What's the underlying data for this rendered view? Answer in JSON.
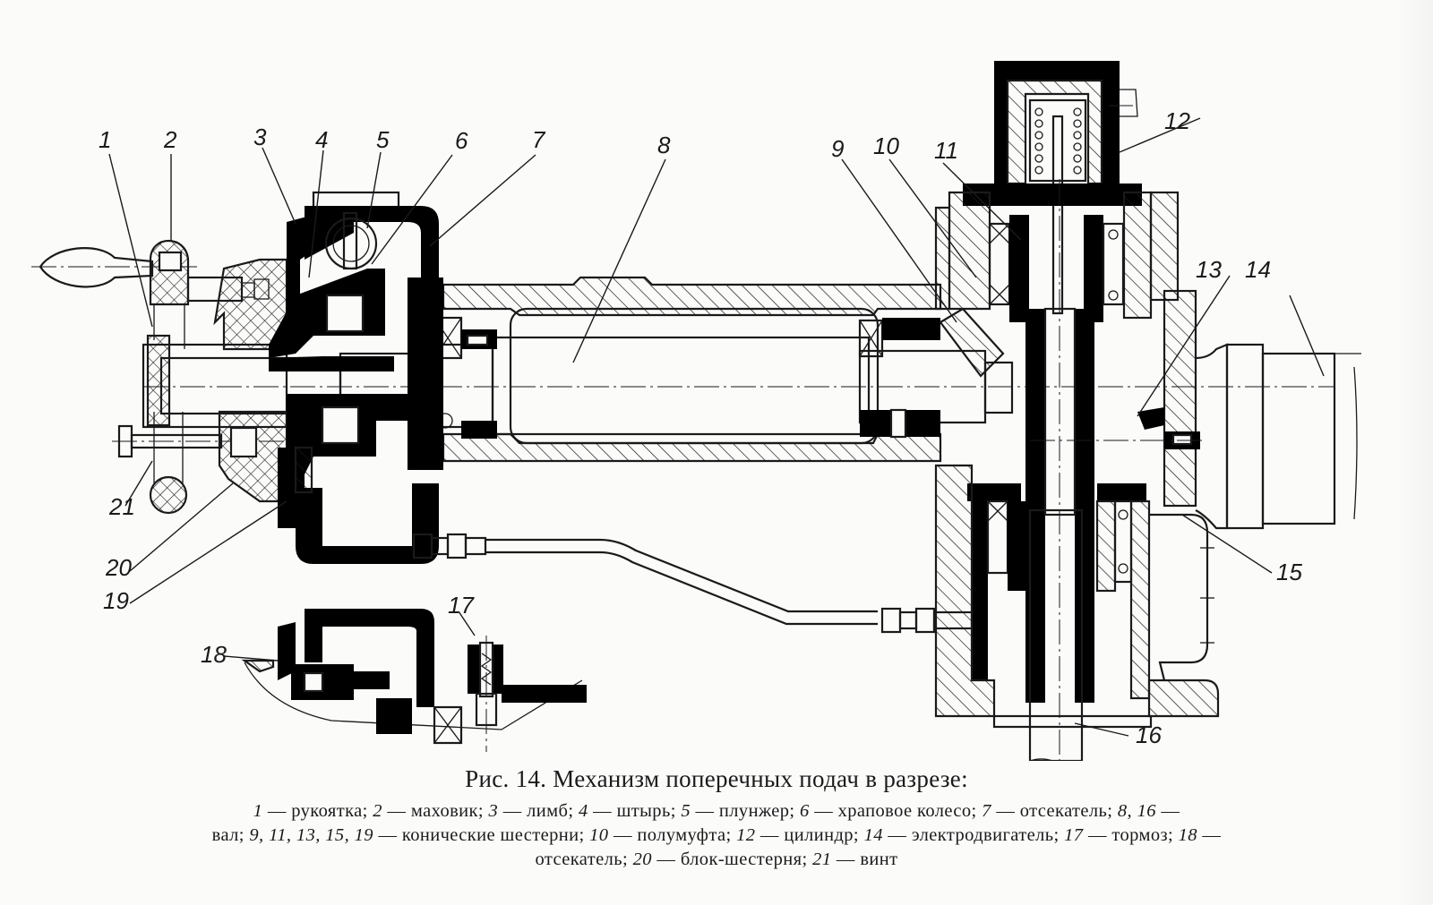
{
  "figure": {
    "title": "Рис. 14. Механизм поперечных подач в разрезе:",
    "callouts": [
      {
        "n": "1"
      },
      {
        "n": "2"
      },
      {
        "n": "3"
      },
      {
        "n": "4"
      },
      {
        "n": "5"
      },
      {
        "n": "6"
      },
      {
        "n": "7"
      },
      {
        "n": "8"
      },
      {
        "n": "9"
      },
      {
        "n": "10"
      },
      {
        "n": "11"
      },
      {
        "n": "12"
      },
      {
        "n": "13"
      },
      {
        "n": "14"
      },
      {
        "n": "15"
      },
      {
        "n": "16"
      },
      {
        "n": "17"
      },
      {
        "n": "18"
      },
      {
        "n": "19"
      },
      {
        "n": "20"
      },
      {
        "n": "21"
      }
    ],
    "legend_lines": [
      [
        {
          "num": "1",
          "text": " — рукоятка; "
        },
        {
          "num": "2",
          "text": " — маховик;  "
        },
        {
          "num": "3",
          "text": " — лимб;  "
        },
        {
          "num": "4",
          "text": " — штырь;  "
        },
        {
          "num": "5",
          "text": " — плунжер;  "
        },
        {
          "num": "6",
          "text": " — храповое колесо; "
        },
        {
          "num": "7",
          "text": " — отсекатель; "
        },
        {
          "num": "8, 16",
          "text": " —"
        }
      ],
      [
        {
          "num": "",
          "text": "вал; "
        },
        {
          "num": "9, 11, 13, 15, 19",
          "text": " — конические шестерни; "
        },
        {
          "num": "10",
          "text": " — полумуфта; "
        },
        {
          "num": "12",
          "text": " — цилиндр; "
        },
        {
          "num": "14",
          "text": " — электродвигатель; "
        },
        {
          "num": "17",
          "text": " — тормоз; "
        },
        {
          "num": "18",
          "text": " —"
        }
      ],
      [
        {
          "num": "",
          "text": "отсекатель; "
        },
        {
          "num": "20",
          "text": " — блок-шестерня; "
        },
        {
          "num": "21",
          "text": " — винт"
        }
      ]
    ],
    "legend": [
      {
        "n": "1",
        "name": "рукоятка"
      },
      {
        "n": "2",
        "name": "маховик"
      },
      {
        "n": "3",
        "name": "лимб"
      },
      {
        "n": "4",
        "name": "штырь"
      },
      {
        "n": "5",
        "name": "плунжер"
      },
      {
        "n": "6",
        "name": "храповое колесо"
      },
      {
        "n": "7",
        "name": "отсекатель"
      },
      {
        "n": "8, 16",
        "name": "вал"
      },
      {
        "n": "9, 11, 13, 15, 19",
        "name": "конические шестерни"
      },
      {
        "n": "10",
        "name": "полумуфта"
      },
      {
        "n": "12",
        "name": "цилиндр"
      },
      {
        "n": "14",
        "name": "электродвигатель"
      },
      {
        "n": "17",
        "name": "тормоз"
      },
      {
        "n": "18",
        "name": "отсекатель"
      },
      {
        "n": "20",
        "name": "блок-шестерня"
      },
      {
        "n": "21",
        "name": "винт"
      }
    ]
  }
}
